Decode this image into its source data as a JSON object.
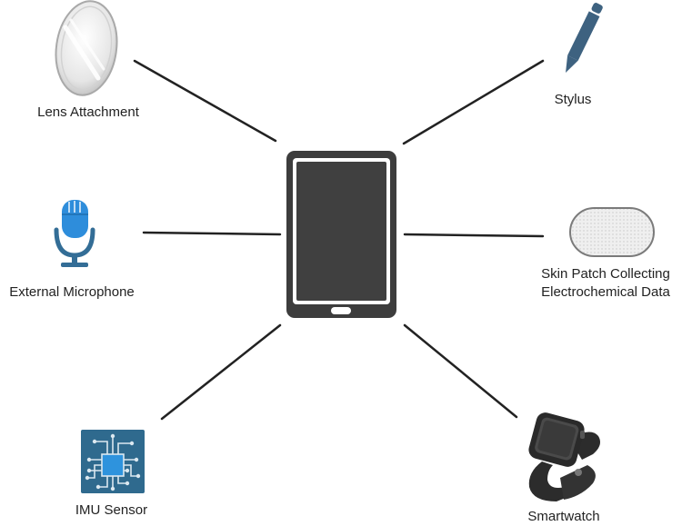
{
  "devices": {
    "center": {
      "icon": "tablet-icon"
    },
    "lens": {
      "label": "Lens Attachment",
      "icon": "lens-icon"
    },
    "stylus": {
      "label": "Stylus",
      "icon": "stylus-icon"
    },
    "microphone": {
      "label": "External Microphone",
      "icon": "microphone-icon"
    },
    "skin_patch": {
      "label_line1": "Skin Patch Collecting",
      "label_line2": "Electrochemical Data",
      "icon": "skin-patch-icon"
    },
    "imu": {
      "label": "IMU Sensor",
      "icon": "chip-icon"
    },
    "smartwatch": {
      "label": "Smartwatch",
      "icon": "smartwatch-icon"
    }
  },
  "colors": {
    "connector": "#222222",
    "tablet_body": "#3d3d3d",
    "stylus": "#3e6280",
    "mic_capsule": "#2e8ddb",
    "mic_stand": "#336d96",
    "chip_board": "#2f6a8e",
    "chip_core": "#2e93dd",
    "watch": "#2c2c2c"
  }
}
